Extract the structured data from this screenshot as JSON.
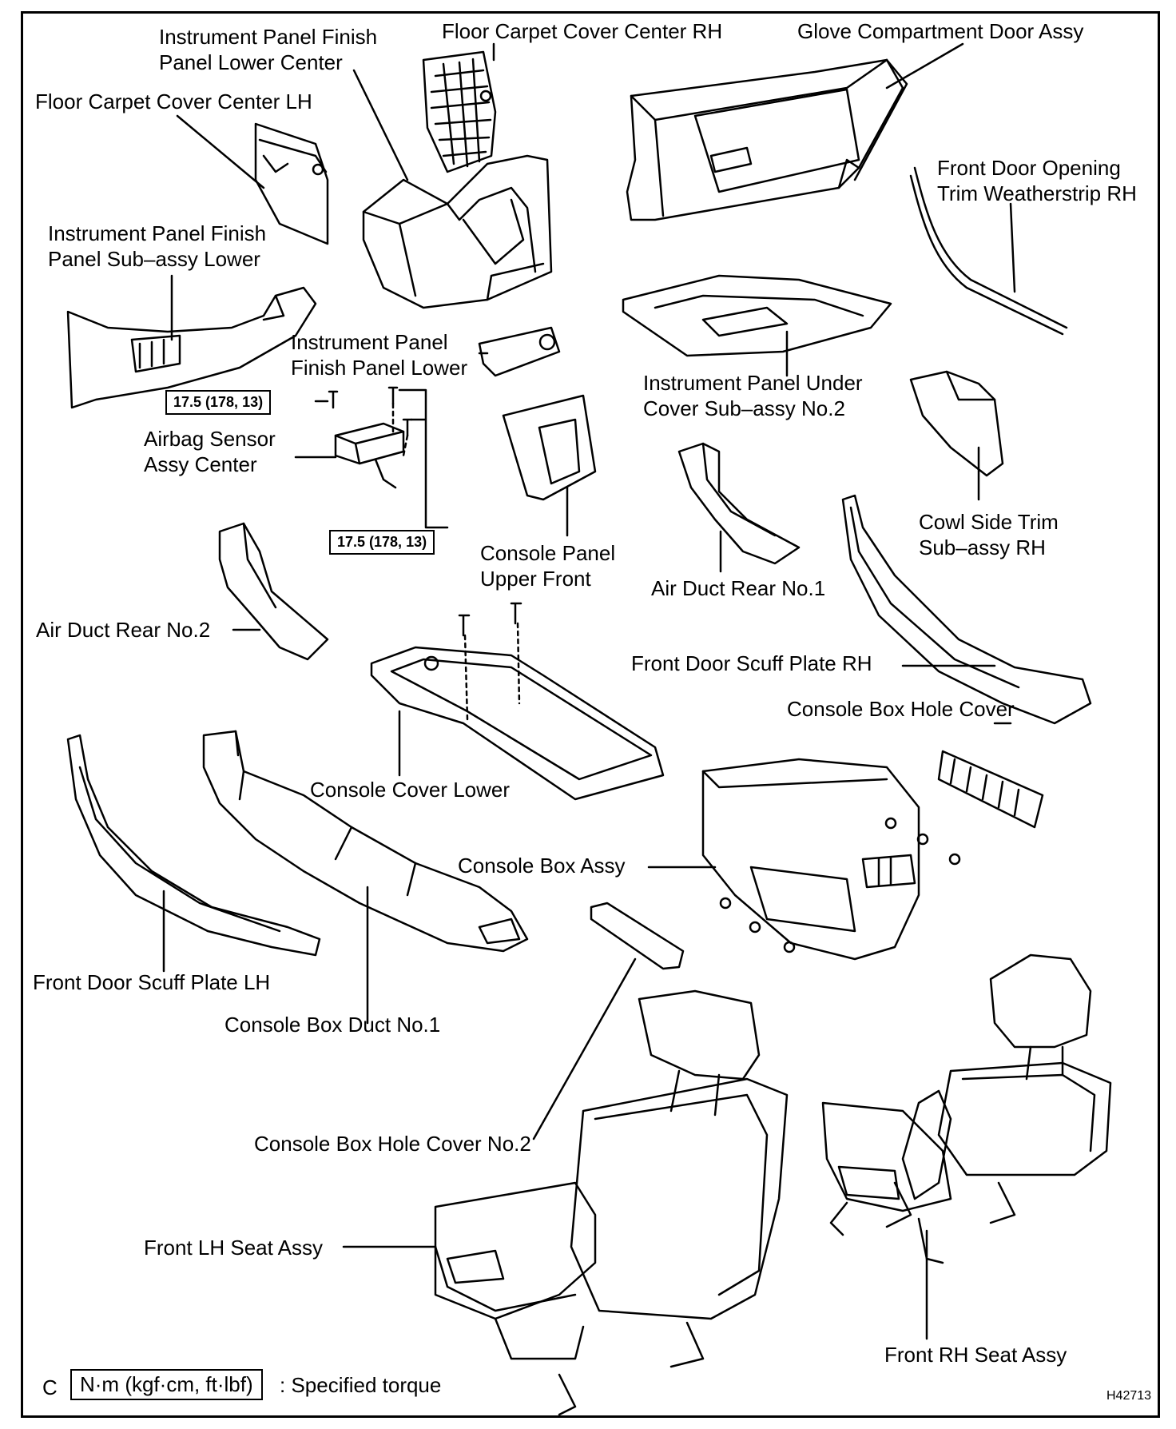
{
  "labels": {
    "ip_finish_lower_center": "Instrument Panel Finish\nPanel Lower Center",
    "floor_carpet_rh": "Floor Carpet Cover Center RH",
    "glove_door": "Glove Compartment Door Assy",
    "floor_carpet_lh": "Floor Carpet Cover Center LH",
    "front_door_opening": "Front Door Opening\nTrim Weatherstrip RH",
    "ip_finish_sub_lower": "Instrument Panel Finish\nPanel Sub–assy Lower",
    "ip_finish_lower": "Instrument Panel\nFinish Panel Lower",
    "ip_under_cover": "Instrument Panel Under\nCover Sub–assy No.2",
    "airbag_sensor": "Airbag Sensor\nAssy Center",
    "cowl_side_trim": "Cowl Side Trim\nSub–assy RH",
    "console_panel_upper": "Console Panel\nUpper Front",
    "air_duct_rear1": "Air Duct Rear No.1",
    "air_duct_rear2": "Air Duct Rear No.2",
    "front_door_scuff_rh": "Front Door Scuff Plate RH",
    "console_box_hole_cover": "Console Box Hole Cover",
    "console_cover_lower": "Console Cover Lower",
    "console_box_assy": "Console Box Assy",
    "front_door_scuff_lh": "Front Door Scuff Plate LH",
    "console_box_duct": "Console Box Duct No.1",
    "console_box_hole_cover2": "Console Box Hole Cover No.2",
    "front_lh_seat": "Front LH Seat Assy",
    "front_rh_seat": "Front RH Seat Assy"
  },
  "torque": {
    "value1": "17.5 (178, 13)",
    "value2": "17.5 (178, 13)"
  },
  "legend": {
    "letter": "C",
    "unit": "N·m (kgf·cm, ft·lbf)",
    "text": ": Specified torque"
  },
  "figure_id": "H42713"
}
